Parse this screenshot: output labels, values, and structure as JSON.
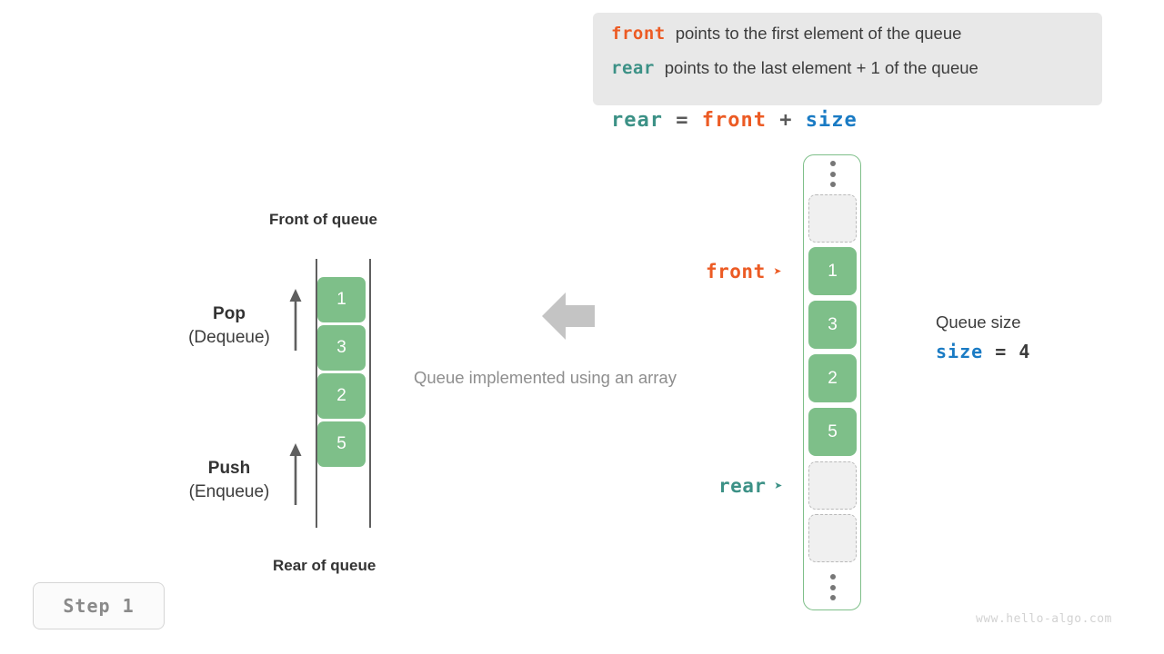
{
  "legend": {
    "lines": [
      {
        "keyword": "front",
        "text": "points to the first element of the queue"
      },
      {
        "keyword": "rear",
        "text": "points to the last element + 1 of the queue"
      }
    ]
  },
  "formula": {
    "rear": "rear",
    "equals": "=",
    "front": "front",
    "plus": "+",
    "size": "size"
  },
  "left_queue": {
    "top_label": "Front of queue",
    "bottom_label": "Rear of queue",
    "pop": {
      "title": "Pop",
      "subtitle": "(Dequeue)"
    },
    "push": {
      "title": "Push",
      "subtitle": "(Enqueue)"
    },
    "cells": [
      "1",
      "3",
      "2",
      "5"
    ]
  },
  "center": {
    "arrow_icon": "arrow-left-icon",
    "caption": "Queue implemented using an array"
  },
  "array": {
    "slots": [
      {
        "type": "dots",
        "value": ""
      },
      {
        "type": "empty",
        "value": ""
      },
      {
        "type": "filled",
        "value": "1"
      },
      {
        "type": "filled",
        "value": "3"
      },
      {
        "type": "filled",
        "value": "2"
      },
      {
        "type": "filled",
        "value": "5"
      },
      {
        "type": "empty",
        "value": ""
      },
      {
        "type": "empty",
        "value": ""
      },
      {
        "type": "dots",
        "value": ""
      }
    ],
    "front_pointer": {
      "label": "front",
      "marker": "➤"
    },
    "rear_pointer": {
      "label": "rear",
      "marker": "➤"
    }
  },
  "size_note": {
    "title": "Queue size",
    "var": "size",
    "equals": "=",
    "value": "4"
  },
  "step_badge": "Step 1",
  "watermark": "www.hello-algo.com",
  "colors": {
    "front": "#EC5B24",
    "rear": "#3C9186",
    "size": "#1A7BC4",
    "cell_fill": "#7EBF89",
    "empty_fill": "#F0F0F0",
    "muted_text": "#8E8E8E",
    "legend_bg": "#E8E8E8"
  }
}
